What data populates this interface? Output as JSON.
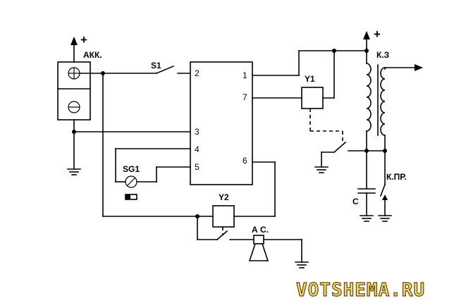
{
  "labels": {
    "battery": "АКК.",
    "switch_s1": "S1",
    "sensor_sg1": "SG1",
    "relay_y1": "Y1",
    "relay_y2": "Y2",
    "coil": "К.З",
    "capacitor": "C",
    "breaker": "К.ПР.",
    "siren": "А С.",
    "plus_battery": "+",
    "plus_coil": "+"
  },
  "pins": {
    "p1": "1",
    "p2": "2",
    "p3": "3",
    "p4": "4",
    "p5": "5",
    "p6": "6",
    "p7": "7"
  },
  "watermark": "VOTSHEMA.RU"
}
